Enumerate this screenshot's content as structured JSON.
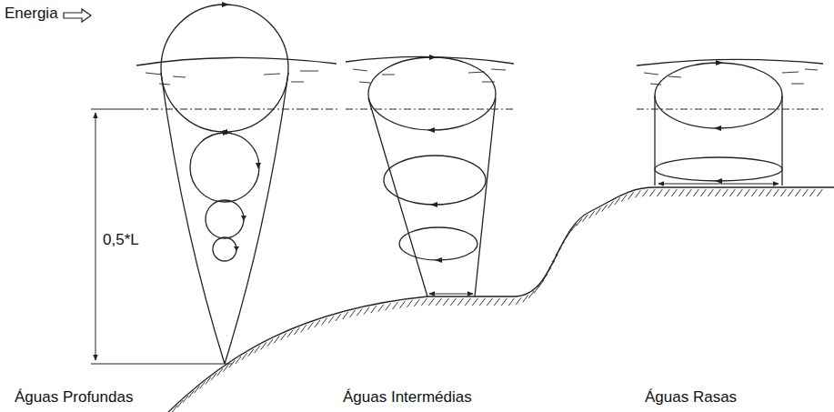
{
  "diagram": {
    "labels": [
      "Energia",
      "0,5*L",
      "Águas Profundas",
      "Águas Intermédias",
      "Águas Rasas"
    ]
  }
}
